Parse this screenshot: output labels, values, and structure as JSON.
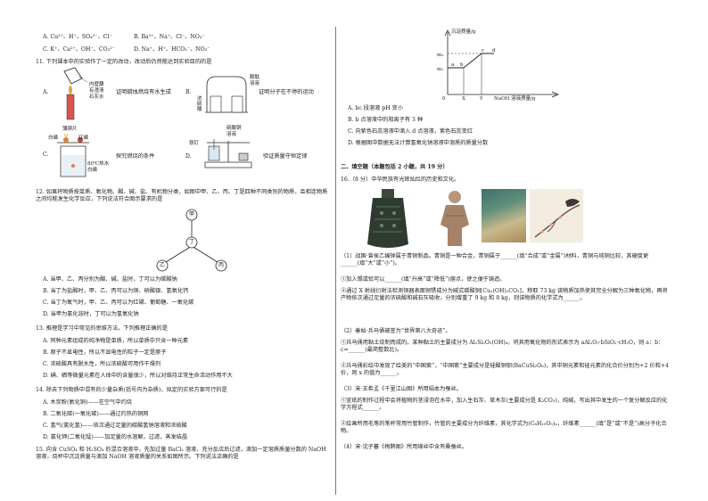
{
  "left": {
    "q10_opts": {
      "A": "A. Cu²⁺、H⁺、SO₄²⁻、Cl⁻",
      "B": "B. Ba²⁺、Na⁺、Cl⁻、NO₃⁻",
      "C": "C. K⁺、Ca²⁺、OH⁻、CO₃²⁻",
      "D": "D. Na⁺、H⁺、HCO₃⁻、NO₃⁻"
    },
    "q11": {
      "stem": "11. 下列课本中的实验作了一定的改动，改动后仍然能达到实验目的的是",
      "A_letter": "A.",
      "A_labels": [
        "内壁蘸",
        "有澄清",
        "石灰水"
      ],
      "A_text": "证明蜡烛燃烧有水生成",
      "B_letter": "B.",
      "B_labels": [
        "酚酞",
        "溶液",
        "浓",
        "硫",
        "酸"
      ],
      "B_text": "证明分子在不停的运动",
      "C_letter": "C.",
      "C_labels": [
        "薄铜片",
        "白磷",
        "红磷",
        "80℃热水",
        "白磷"
      ],
      "C_text": "探究燃烧的条件",
      "D_letter": "D.",
      "D_labels": [
        "硫酸铜",
        "溶液",
        "铁钉"
      ],
      "D_text": "验证质量守恒定律"
    },
    "q12": {
      "stem": "12. 如果将物质按单质、氧化物、酸、碱、盐、有机物分类，如图中甲、乙、丙、丁是四种不同类别的物质，且相连物质之间均能发生化学反应，下列说法符合图示要求的是",
      "jia": "甲",
      "ding": "丁",
      "yi": "乙",
      "bing": "丙",
      "A": "A. 当甲、乙、丙分别为酸、碱、盐时，丁可以为碳酸钠",
      "B": "B. 当丁为盐酸时，甲、乙、丙可以为铜、硝酸银、氢氧化钙",
      "C": "C. 当丁为氧气时，甲、乙、丙可以为红磷、葡萄糖、一氧化碳",
      "D": "D. 当甲为氯化铵时，丁可以为氢氧化钠"
    },
    "q13": {
      "stem": "13. 推理是学习中常见的思维方法。下列推理正确的是",
      "A": "A. 同种元素组成的纯净物是单质，所以单质中只含一种元素",
      "B": "B. 原子不显电性，所以不显电性的粒子一定是原子",
      "C": "C. 浓硫酸具有脱水性，所以浓硫酸可用作干燥剂",
      "D": "D. 碘、硒等微量元素在人体中的含量很少，所以对维持正常生命活动作用不大"
    },
    "q14": {
      "stem": "14. 除去下列物质中混有的少量杂质(括号内为杂质)，拟定的实验方案可行的是",
      "A": "A. 木炭粉(氧化铜)——在空气中灼烧",
      "B": "B. 二氧化碳(一氧化碳)——通过灼热的铜网",
      "C": "C. 氢气(氯化氢)——依次通过足量的碳酸氢钠溶液和浓硫酸",
      "D": "D. 氯化钾(二氧化锰)——加足量的水溶解，过滤，蒸发结晶"
    },
    "q15": {
      "stem": "15. 向含 CuSO₄ 和 H₂SO₄ 的混合溶液中，先加过量 BaCl₂ 溶液，充分反应后过滤，滴加一定溶质质量分数的 NaOH 溶液，烧杯中沉淀质量与滴加 NaOH 溶液质量的关系如图所示。下列说法正确的是"
    }
  },
  "right": {
    "graph": {
      "ylabel": "沉淀质量/g",
      "m2": "m₂",
      "m1": "m₁",
      "a": "a",
      "b": "b",
      "c": "c",
      "d": "d",
      "o": "0",
      "x": "X",
      "y": "Y",
      "xlabel": "NaOH 溶液质量/g"
    },
    "q15_opts": {
      "A": "A. bc 段溶液 pH 变小",
      "B": "B. b 点溶液中的阳离子有 3 种",
      "C": "C. 向紫色石蕊溶液中滴入 d 点溶液，紫色石蕊变红",
      "D": "D. 根据图中数据无法计算氢氧化钠溶液中溶质的质量分数"
    },
    "section2": "二、填空题（本题包括 2 小题，共 19 分）",
    "q16": {
      "stem": "16.（8 分）中华民族有光辉灿烂的历史和文化。",
      "p1": "（1）战国·曾侯乙编钟属于青铜制品。青铜是一种合金，青铜属于______(填“合成”或“金属”)材料，青铜与纯铜比较，其硬度更______(填“大”或“小”)。",
      "p1a": "①加入锡或铅可以______(填“升高”或“降低”)熔点，使之便于铸造。",
      "p1b": "②通过 X 射线衍射法检测铜器表面铜锈成分为碱式碳酸铜[Cu₂(OH)₂CO₃]，称取 73 kg 该物质加热使其完全分解为三种氧化物，再将产物依次通过足量的浓硫酸和碱石灰吸收，分别增重了 9 kg 和 8 kg，则该物质的化学式为______。",
      "p2": "（2）秦始·兵马俑被誉为“世界第八大奇迹”。",
      "p2a": "①兵马俑用黏土烧制而成的。某种黏土的主要成分为 Al₂Si₂O₅(OH)₄，将其用氧化物的形式表示为 aAl₂O₃·bSiO₂·cH₂O，则 a：b：c=______(最简整数比)。",
      "p2b": "②兵马俑彩绘中发现了绘美的“中国紫”，“中国紫”主要成分是硅酸铜钡(BaCuSi₂O₆)，其中铜元素和硅元素的化合价分别为+2 价和+4 价，则 x 的值为______。",
      "p3": "（3）宋·王希孟《千里江山图》所用绢本为蚕丝。",
      "p3a": "①宣纸的制作过程中会将植物的茎浸泡在水中，加入生石灰、草木灰(主要成分是 K₂CO₃)，纯碱，写出其中发生的一个复分解反应的化学方程式______。",
      "p3b": "②绘画所用毛笔的笔杆常用竹管制作，竹管的主要成分为纤维素，其化学式为(C₆H₁₀O₅)ₙ，纤维素______(填“是”或“不是”)高分子化合物。",
      "p4": "（4）宋·沈子蕃《梅鹊图》所用缂丝中含有桑蚕丝。"
    }
  }
}
